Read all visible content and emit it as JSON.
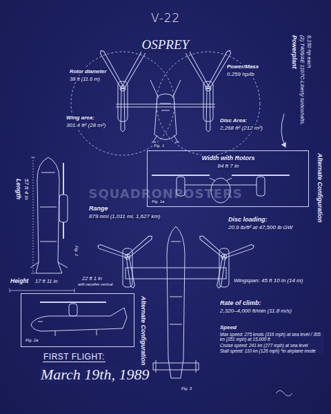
{
  "diagram": {
    "title": "V-22",
    "nodes": [
      {
        "text": [
          "Width with Rotors",
          "84 ft 7 in",
          "Alternate Configuration",
          "Fig. 1a"
        ]
      },
      {
        "text": [
          "Alternate Configuration",
          "Fig. 2a"
        ]
      }
    ],
    "labels": [
      "OSPREY",
      "Rotor diameter",
      "38 ft (11.6 m)",
      "Power/Mass",
      "0.259 hp/lb",
      "Powerplant",
      "(2) T406/AE 1107C-Liberty turboshafts,",
      "6,150 hp each",
      "Wing area:",
      "301.4 ft² (28 m²)",
      "Disc Area:",
      "2,268 ft² (212 m²)",
      "Fig. 1",
      "Length",
      "57 ft 4 in",
      "SQUADRONPOSTERS",
      "Range",
      "879 nmi (1,011 mi, 1,627 km)",
      "Disc loading:",
      "20.9 lb/ft² at 47,500 lb GW",
      "Fig. 2",
      "Height",
      "17 ft 11 in",
      "22 ft 1 in",
      "with nacelles vertical",
      "Wingspan: 45 ft 10 in (14 m)",
      "Rate of climb:",
      "2,320–4,000 ft/min (11.8 m/s)",
      "Speed",
      "Max speed: 275 knots (316 mph) at sea level / 305 kn (351 mph) at 15,000 ft",
      "Cruise speed: 241 kn (277 mph) at sea level",
      "Stall speed: 110 kn (126 mph) *in airplane mode",
      "FIRST FLIGHT:",
      "March 19th, 1989",
      "Fig. 3"
    ]
  }
}
